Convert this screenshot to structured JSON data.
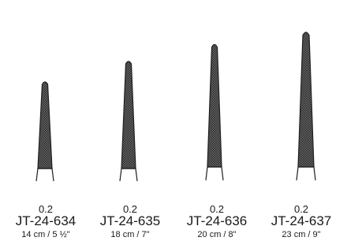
{
  "instruments": [
    {
      "tip_size": "0.2",
      "code": "JT-24-634",
      "length": "14 cm / 5 ½\""
    },
    {
      "tip_size": "0.2",
      "code": "JT-24-635",
      "length": "18 cm / 7\""
    },
    {
      "tip_size": "0.2",
      "code": "JT-24-636",
      "length": "20 cm / 8\""
    },
    {
      "tip_size": "0.2",
      "code": "JT-24-637",
      "length": "23 cm / 9\""
    }
  ],
  "colors": {
    "background": "#ffffff",
    "outline": "#1f1f1f",
    "hatch": "#3a3a3a",
    "text": "#1a1a1a"
  }
}
